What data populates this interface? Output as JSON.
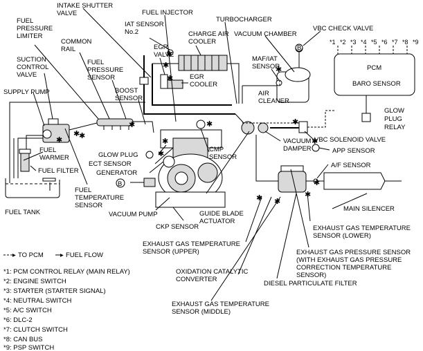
{
  "labels": {
    "intake_shutter_valve": [
      "INTAKE SHUTTER",
      "VALVE"
    ],
    "fuel_injector": [
      "FUEL INJECTOR"
    ],
    "turbocharger": [
      "TURBOCHARGER"
    ],
    "vacuum_chamber": [
      "VACUUM CHAMBER"
    ],
    "vbc_check_valve": [
      "VBC CHECK VALVE"
    ],
    "fuel_pressure_limiter": [
      "FUEL",
      "PRESSURE",
      "LIMITER"
    ],
    "common_rail": [
      "COMMON",
      "RAIL"
    ],
    "iat_sensor2": [
      "IAT SENSOR",
      "No.2"
    ],
    "charge_air_cooler": [
      "CHARGE AIR",
      "COOLER"
    ],
    "egr_valve": [
      "EGR",
      "VALVE"
    ],
    "maf_iat_sensor": [
      "MAF/IAT",
      "SENSOR"
    ],
    "suction_control_valve": [
      "SUCTION",
      "CONTROL",
      "VALVE"
    ],
    "fuel_pressure_sensor": [
      "FUEL",
      "PRESSURE",
      "SENSOR"
    ],
    "egr_cooler": [
      "EGR",
      "COOLER"
    ],
    "pcm": [
      "PCM"
    ],
    "baro_sensor": [
      "BARO SENSOR"
    ],
    "boost_sensor": [
      "BOOST",
      "SENSOR"
    ],
    "air_cleaner": [
      "AIR",
      "CLEANER"
    ],
    "supply_pump": [
      "SUPPLY PUMP"
    ],
    "glow_plug_relay": [
      "GLOW",
      "PLUG",
      "RELAY"
    ],
    "fuel_warmer": [
      "FUEL",
      "WARMER"
    ],
    "fuel_filter": [
      "FUEL FILTER"
    ],
    "glow_plug": [
      "GLOW PLUG"
    ],
    "ect_sensor": [
      "ECT SENSOR"
    ],
    "generator": [
      "GENERATOR"
    ],
    "cmp_sensor": [
      "CMP",
      "SENSOR"
    ],
    "vacuum_damper": [
      "VACUUM",
      "DAMPER"
    ],
    "vbc_solenoid_valve": [
      "VBC SOLENOID VALVE"
    ],
    "app_sensor": [
      "APP SENSOR"
    ],
    "af_sensor": [
      "A/F SENSOR"
    ],
    "fuel_temp_sensor": [
      "FUEL",
      "TEMPERATURE",
      "SENSOR"
    ],
    "fuel_tank": [
      "FUEL TANK"
    ],
    "vacuum_pump": [
      "VACUUM PUMP"
    ],
    "guide_blade_actuator": [
      "GUIDE BLADE",
      "ACTUATOR"
    ],
    "main_silencer": [
      "MAIN SILENCER"
    ],
    "egt_lower": [
      "EXHAUST GAS TEMPERATURE",
      "SENSOR (LOWER)"
    ],
    "ckp_sensor": [
      "CKP SENSOR"
    ],
    "egt_upper": [
      "EXHAUST GAS TEMPERATURE",
      "SENSOR (UPPER)"
    ],
    "egp_sensor": [
      "EXHAUST GAS PRESSURE SENSOR",
      "(WITH EXHAUST GAS PRESSURE",
      "CORRECTION TEMPERATURE",
      "SENSOR)"
    ],
    "oxidation_converter": [
      "OXIDATION CATALYTIC",
      "CONVERTER"
    ],
    "dpf": [
      "DIESEL PARTICULATE FILTER"
    ],
    "egt_middle": [
      "EXHAUST GAS TEMPERATURE",
      "SENSOR (MIDDLE)"
    ]
  },
  "vacuum_port_mark": "B",
  "pcm_inputs": [
    "*1",
    "*2",
    "*3",
    "*4",
    "*5",
    "*6",
    "*7",
    "*8",
    "*9"
  ],
  "legend": {
    "to_pcm": "TO PCM",
    "fuel_flow": "FUEL FLOW",
    "notes": [
      "*1: PCM CONTROL RELAY (MAIN RELAY)",
      "*2: ENGINE  SWITCH",
      "*3: STARTER (STARTER SIGNAL)",
      "*4: NEUTRAL SWITCH",
      "*5: A/C SWITCH",
      "*6: DLC-2",
      "*7: CLUTCH SWITCH",
      "*8: CAN BUS",
      "*9: PSP SWITCH"
    ]
  }
}
